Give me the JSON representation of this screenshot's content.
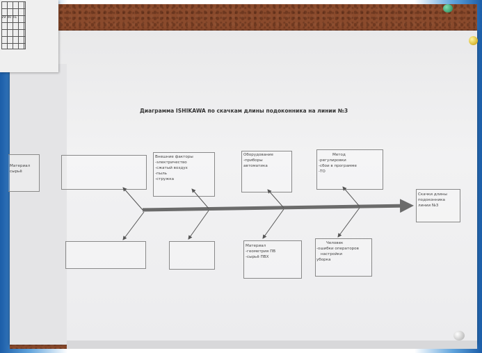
{
  "diagram": {
    "title": "Диаграмма ISHIKAWA по скачкам длины подоконника на линии №3",
    "effect": [
      "Скачки длины",
      "подоконника",
      "линии №3"
    ],
    "categories": {
      "external": {
        "lines": [
          "Внешние факторы",
          "-электричество",
          "-сжатый воздух",
          "-пыль",
          "-стружка"
        ]
      },
      "equipment": {
        "lines": [
          "Оборудование",
          "-приборы",
          "автоматика"
        ]
      },
      "method": {
        "lines": [
          "Метод",
          "-регулировки",
          "-сбои в программе",
          "-ТО"
        ]
      },
      "material": {
        "lines": [
          "Материал",
          "-геометрия ПВ",
          "-сырьё ПВХ"
        ]
      },
      "human": {
        "lines": [
          "Человек",
          "-ошибки операторов",
          "настройки",
          "уборка"
        ]
      },
      "partial_left": {
        "lines": [
          "Материал",
          "сырьё"
        ]
      }
    }
  },
  "calendar": {
    "visible_numbers": "29 30 31"
  },
  "colors": {
    "cork": "#8a4a2c",
    "paper": "#efefef",
    "arrow": "#6b6b6b",
    "frame": "#2a6fb0"
  }
}
